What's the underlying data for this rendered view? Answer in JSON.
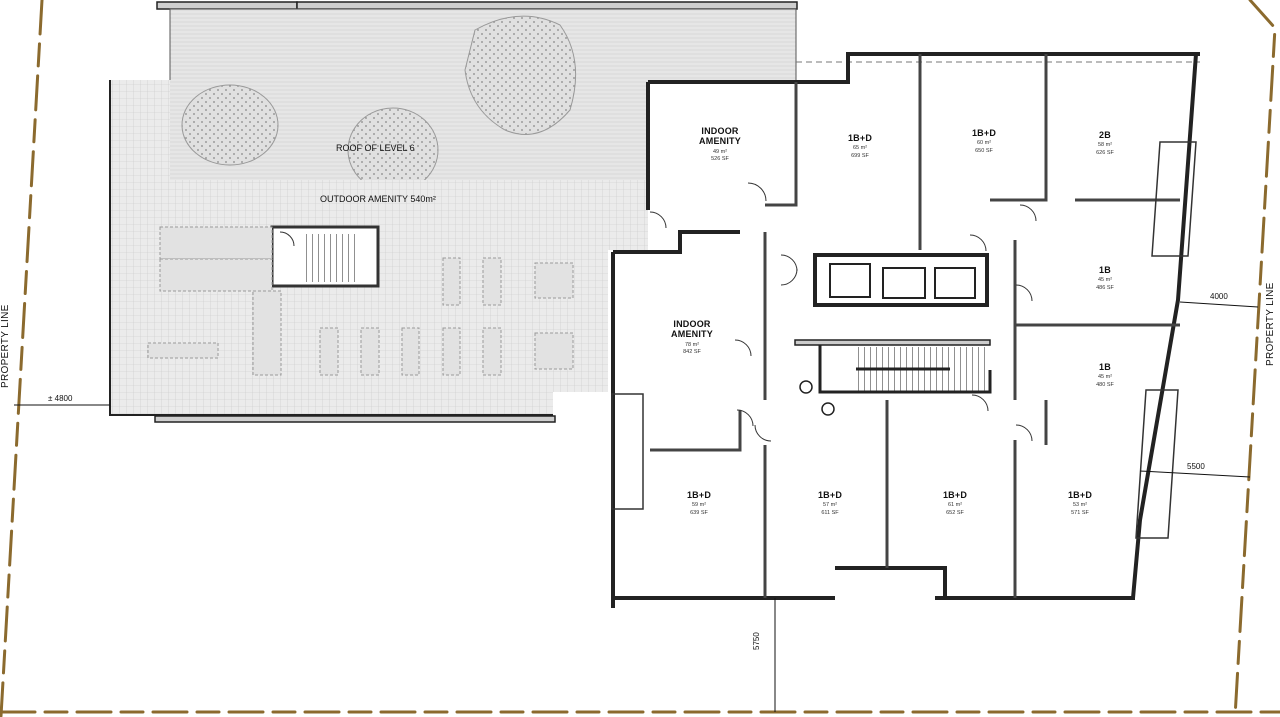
{
  "drawing": {
    "type": "floor plan",
    "colors": {
      "property_line": "#8B6a2e",
      "wall_fill": "#c8c8c8",
      "wall_stroke": "#222222",
      "roof_fill": "#e4e4e4",
      "paver_fill": "#e9e9e9",
      "background": "#ffffff"
    },
    "areas": {
      "roof": "ROOF OF LEVEL 6",
      "outdoor_amenity": "OUTDOOR AMENITY 540m²"
    },
    "units": [
      {
        "id": "indoor-amenity-north",
        "name_line1": "INDOOR",
        "name_line2": "AMENITY",
        "area_m2": "49 m²",
        "area_sf": "526 SF"
      },
      {
        "id": "unit-1bd-north-a",
        "name": "1B+D",
        "area_m2": "65 m²",
        "area_sf": "699 SF"
      },
      {
        "id": "unit-1bd-north-b",
        "name": "1B+D",
        "area_m2": "60 m²",
        "area_sf": "650 SF"
      },
      {
        "id": "unit-2b",
        "name": "2B",
        "area_m2": "58 m²",
        "area_sf": "626 SF"
      },
      {
        "id": "unit-1b-upper",
        "name": "1B",
        "area_m2": "45 m²",
        "area_sf": "486 SF"
      },
      {
        "id": "unit-1b-lower",
        "name": "1B",
        "area_m2": "45 m²",
        "area_sf": "480 SF"
      },
      {
        "id": "indoor-amenity-south",
        "name_line1": "INDOOR",
        "name_line2": "AMENITY",
        "area_m2": "78 m²",
        "area_sf": "842 SF"
      },
      {
        "id": "unit-1bd-south-a",
        "name": "1B+D",
        "area_m2": "59 m²",
        "area_sf": "639 SF"
      },
      {
        "id": "unit-1bd-south-b",
        "name": "1B+D",
        "area_m2": "57 m²",
        "area_sf": "611 SF"
      },
      {
        "id": "unit-1bd-south-c",
        "name": "1B+D",
        "area_m2": "61 m²",
        "area_sf": "652 SF"
      },
      {
        "id": "unit-1bd-south-d",
        "name": "1B+D",
        "area_m2": "53 m²",
        "area_sf": "571 SF"
      }
    ],
    "dimensions": {
      "west_setback": "± 4800",
      "east_setback_upper": "4000",
      "east_setback_lower": "5500",
      "south_setback": "5750"
    },
    "property_line_label": "PROPERTY LINE"
  }
}
